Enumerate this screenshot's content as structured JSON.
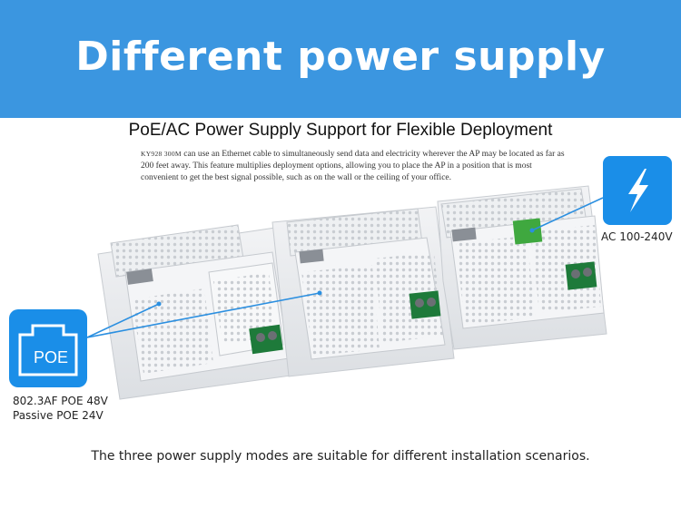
{
  "banner": {
    "title": "Different power supply"
  },
  "subtitle": "PoE/AC Power Supply Support for Flexible Deployment",
  "description": {
    "model": "KY928 300M",
    "text": " can use an Ethernet cable to simultaneously send data and electricity wherever the AP may be located as far as 200 feet away. This feature multiplies deployment options, allowing you to place the AP in a position that is most convenient to get the best signal possible, such as on the wall or the ceiling of your office."
  },
  "poe": {
    "icon_label": "POE",
    "icon": "ethernet-port-icon",
    "caption_line1": "802.3AF POE 48V",
    "caption_line2": "Passive POE 24V"
  },
  "ac": {
    "icon": "lightning-bolt-icon",
    "caption": "AC 100-240V"
  },
  "footer": "The three power supply modes are suitable for different installation scenarios.",
  "colors": {
    "accent": "#3b96e0",
    "icon_bg": "#1a8ee8"
  }
}
